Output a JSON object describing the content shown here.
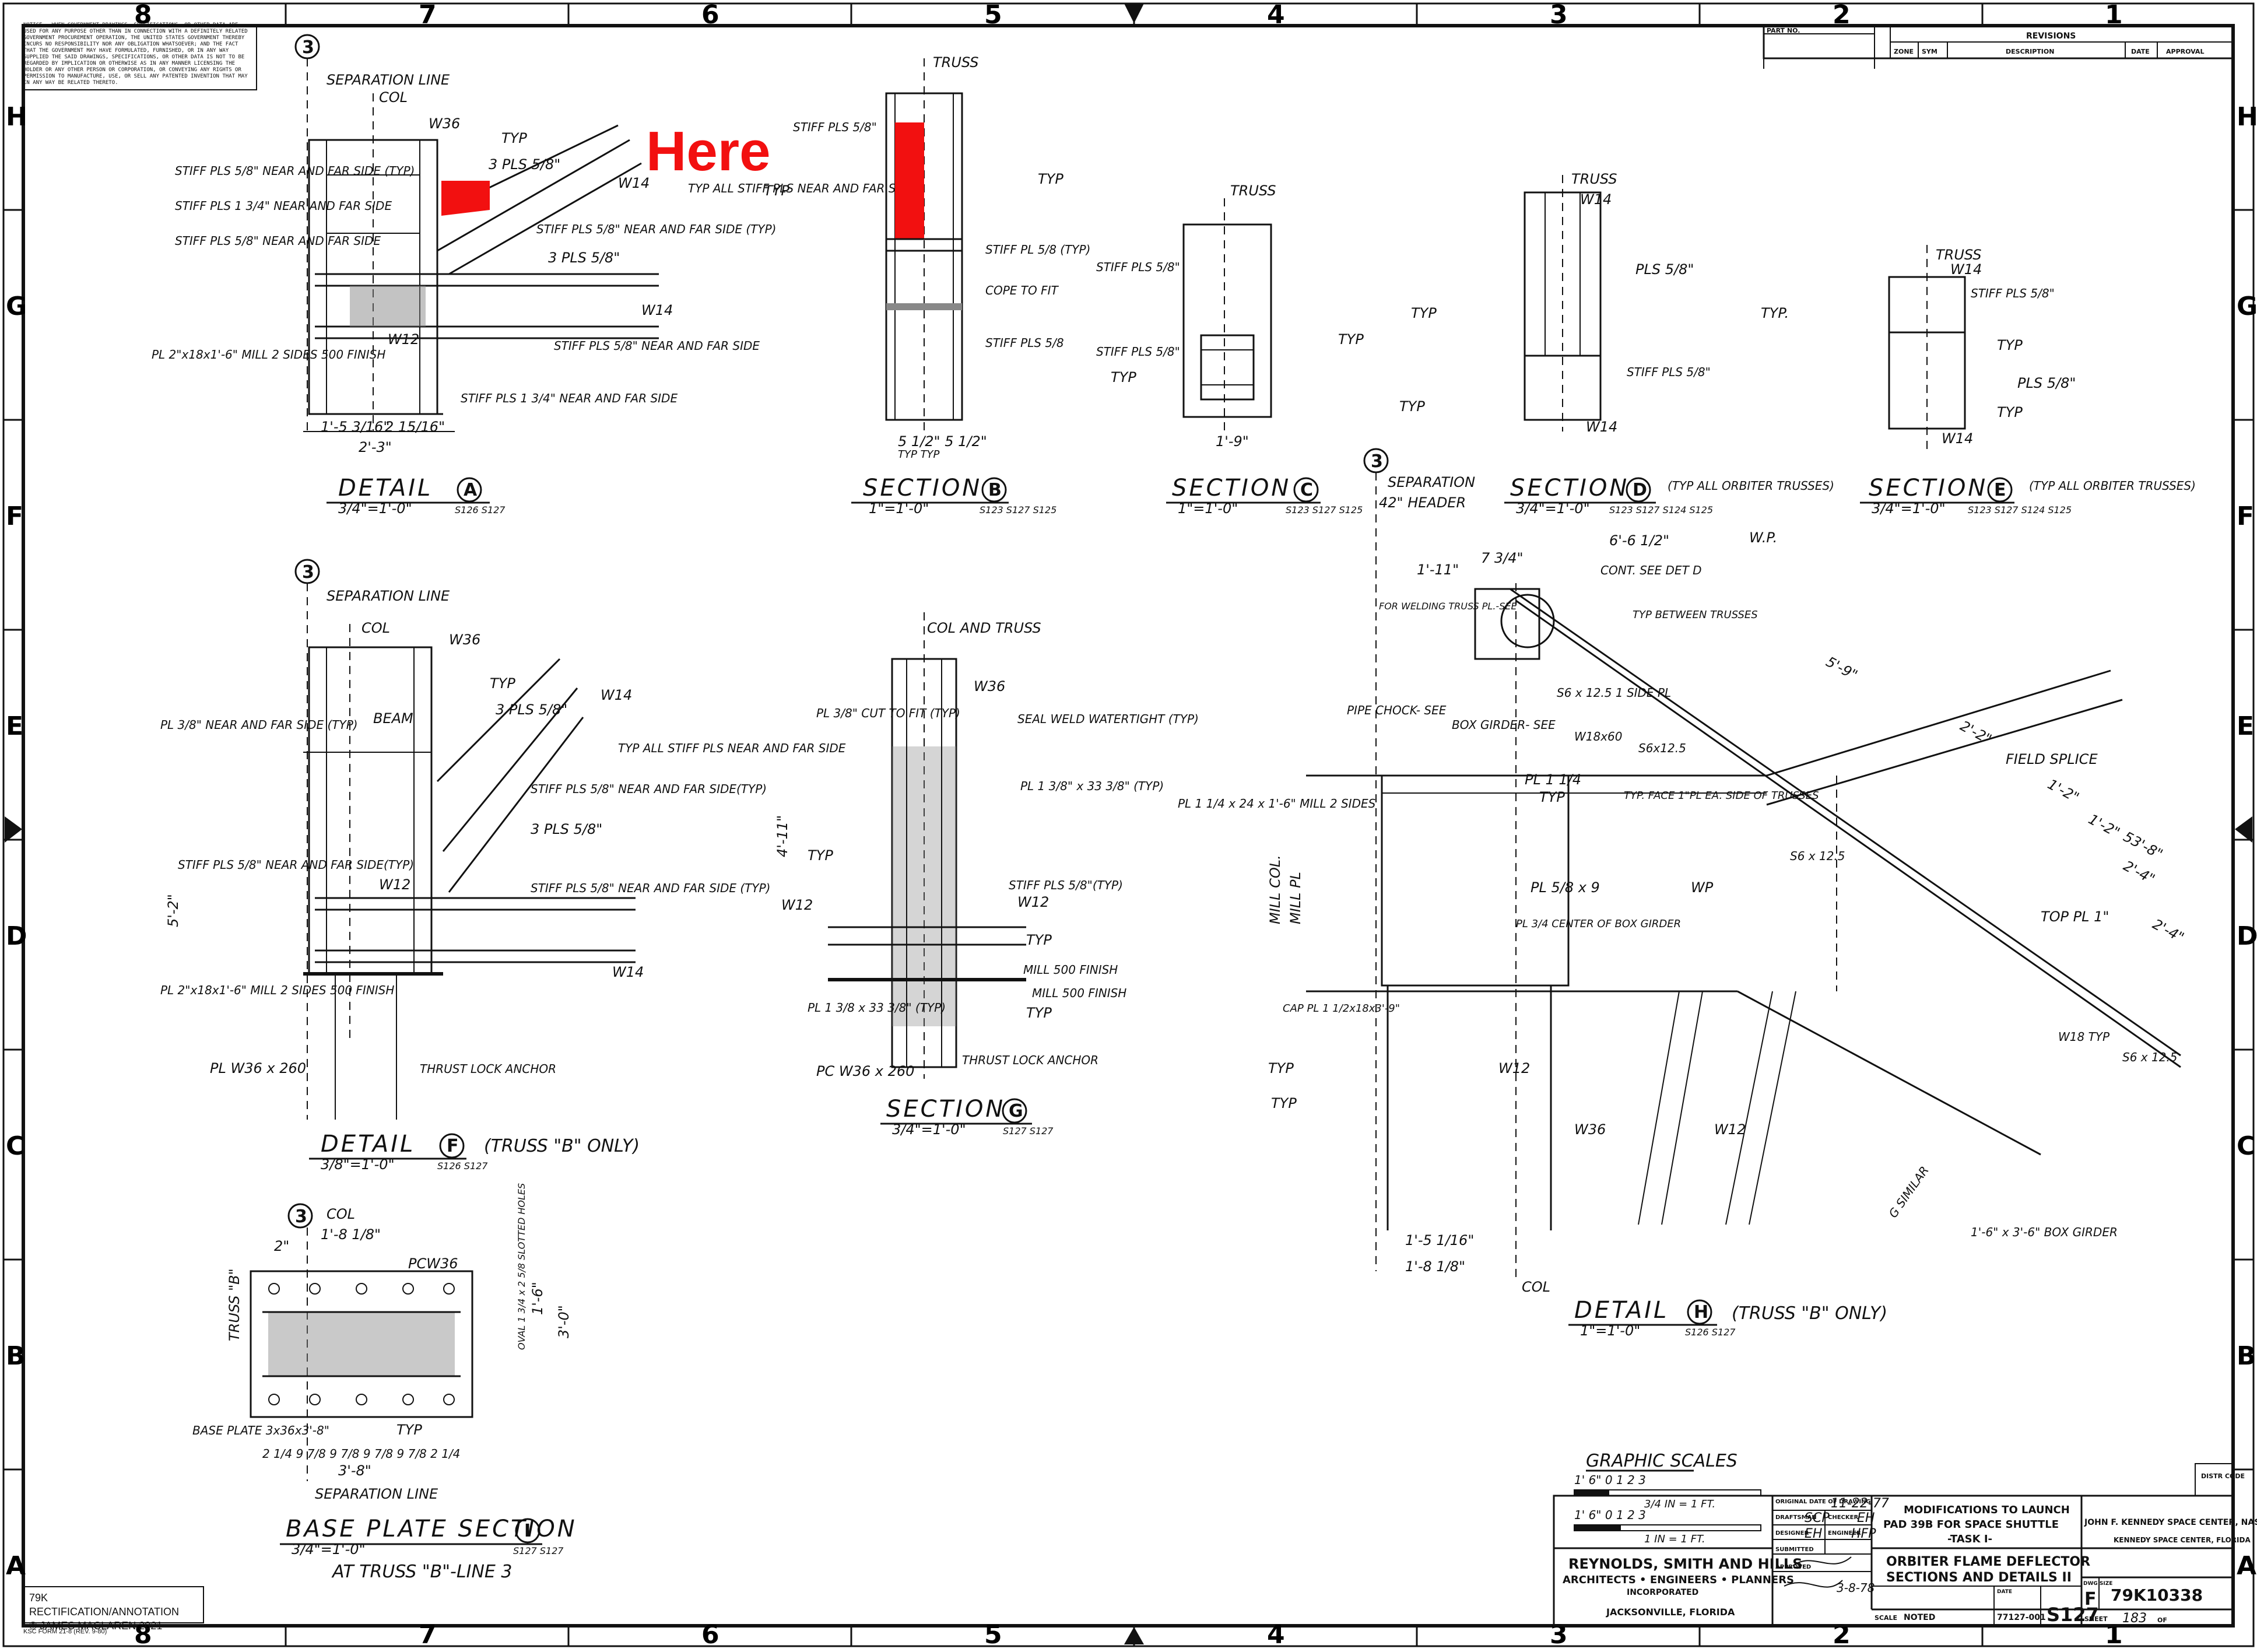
{
  "zone_cols": [
    "8",
    "7",
    "6",
    "5",
    "4",
    "3",
    "2",
    "1"
  ],
  "zone_rows": [
    "H",
    "G",
    "F",
    "E",
    "D",
    "C",
    "B",
    "A"
  ],
  "notice": "NOTICE — WHEN GOVERNMENT DRAWINGS, SPECIFICATIONS, OR OTHER DATA ARE USED FOR ANY PURPOSE OTHER THAN IN CONNECTION WITH A DEFINITELY RELATED GOVERNMENT PROCUREMENT OPERATION, THE UNITED STATES GOVERNMENT THEREBY INCURS NO RESPONSIBILITY NOR ANY OBLIGATION WHATSOEVER; AND THE FACT THAT THE GOVERNMENT MAY HAVE FORMULATED, FURNISHED, OR IN ANY WAY SUPPLIED THE SAID DRAWINGS, SPECIFICATIONS, OR OTHER DATA IS NOT TO BE REGARDED BY IMPLICATION OR OTHERWISE AS IN ANY MANNER LICENSING THE HOLDER OR ANY OTHER PERSON OR CORPORATION, OR CONVEYING ANY RIGHTS OR PERMISSION TO MANUFACTURE, USE, OR SELL ANY PATENTED INVENTION THAT MAY IN ANY WAY BE RELATED THERETO.",
  "annotation": "Here",
  "annotation_color": "#f21010",
  "revisions": {
    "part_no": "PART NO.",
    "title": "REVISIONS",
    "cols": [
      "ZONE",
      "SYM",
      "DESCRIPTION",
      "DATE",
      "APPROVAL"
    ]
  },
  "detail_a": {
    "circle": "3",
    "sep": "SEPARATION LINE",
    "col": "COL",
    "w36": "W36",
    "typ1": "TYP",
    "pls": "3 PLS 5/8\"",
    "w14": "W14",
    "typall": "TYP ALL STIFF PLS NEAR AND FAR SIDE",
    "stiff1": "STIFF PLS 5/8\" NEAR AND FAR SIDE (TYP)",
    "stiff2": "STIFF PLS 1 3/4\" NEAR AND FAR SIDE",
    "stiff3": "STIFF PLS 5/8\" NEAR AND FAR SIDE",
    "stiff4": "STIFF PLS 5/8\" NEAR AND FAR SIDE (TYP)",
    "pls2": "3 PLS 5/8\"",
    "w14b": "W14",
    "w12": "W12",
    "stiff5": "STIFF PLS 5/8\" NEAR AND FAR SIDE",
    "pl": "PL 2\"x18x1'-6\" MILL 2 SIDES 500 FINISH",
    "stiff6": "STIFF PLS 1 3/4\" NEAR AND FAR SIDE",
    "dim1": "1'-5 3/16\"",
    "dim2": "2 15/16\"",
    "dim3": "2'-3\"",
    "title": "DETAIL",
    "letter": "A",
    "scale": "3/4\"=1'-0\"",
    "ref": "S126 S127"
  },
  "section_b": {
    "truss": "TRUSS",
    "stiff": "STIFF PLS 5/8\"",
    "typ": "TYP",
    "typ2": "TYP",
    "stiff2": "STIFF PL 5/8 (TYP)",
    "cope": "COPE TO FIT",
    "stiff3": "STIFF PLS 5/8",
    "dims": "5 1/2\" 5 1/2\"",
    "typ3": "TYP TYP",
    "title": "SECTION",
    "letter": "B",
    "scale": "1\"=1'-0\"",
    "ref": "S123 S127 S125"
  },
  "section_c": {
    "truss": "TRUSS",
    "stiff": "STIFF PLS 5/8\"",
    "stiff2": "STIFF PLS 5/8\"",
    "typ": "TYP",
    "dim": "1'-9\"",
    "typ2": "TYP",
    "title": "SECTION",
    "letter": "C",
    "scale": "1\"=1'-0\"",
    "ref": "S123 S127 S125"
  },
  "section_d": {
    "truss": "TRUSS",
    "w14": "W14",
    "pls": "PLS 5/8\"",
    "typ": "TYP",
    "stiff": "STIFF PLS 5/8\"",
    "typ2": "TYP",
    "w14b": "W14",
    "title": "SECTION",
    "letter": "D",
    "note": "(TYP ALL ORBITER TRUSSES)",
    "scale": "3/4\"=1'-0\"",
    "ref": "S123 S127 S124 S125"
  },
  "section_e": {
    "truss": "TRUSS",
    "w14": "W14",
    "stiff": "STIFF PLS 5/8\"",
    "typ": "TYP.",
    "typ2": "TYP",
    "pls": "PLS 5/8\"",
    "w14b": "W14",
    "typ3": "TYP",
    "title": "SECTION",
    "letter": "E",
    "note": "(TYP ALL ORBITER TRUSSES)",
    "scale": "3/4\"=1'-0\"",
    "ref": "S123 S127 S124 S125"
  },
  "detail_f": {
    "circle": "3",
    "sep": "SEPARATION LINE",
    "col": "COL",
    "w36": "W36",
    "typ": "TYP",
    "beam": "BEAM",
    "w14": "W14",
    "pls": "3 PLS 5/8\"",
    "typall": "TYP ALL STIFF PLS NEAR AND FAR SIDE",
    "pl": "PL 3/8\" NEAR AND FAR SIDE (TYP)",
    "stiff1": "STIFF PLS 5/8\" NEAR AND FAR SIDE(TYP)",
    "pls2": "3 PLS 5/8\"",
    "stiff2": "STIFF PLS 5/8\" NEAR AND FAR SIDE(TYP)",
    "stiff3": "STIFF PLS 5/8\" NEAR AND FAR SIDE (TYP)",
    "w12": "W12",
    "pl2": "PL 2\"x18x1'-6\" MILL 2 SIDES 500 FINISH",
    "w14b": "W14",
    "dim": "5'-2\"",
    "plw": "PL W36 x 260",
    "thrust": "THRUST LOCK ANCHOR",
    "title": "DETAIL",
    "letter": "F",
    "scale": "3/8\"=1'-0\"",
    "note": "(TRUSS \"B\" ONLY)",
    "ref": "S126 S127"
  },
  "section_g": {
    "col": "COL AND TRUSS",
    "w36": "W36",
    "pl": "PL 3/8\" CUT TO FIT (TYP)",
    "seal": "SEAL WELD WATERTIGHT (TYP)",
    "pl2": "PL 1 3/8\" x 33 3/8\" (TYP)",
    "typ": "TYP",
    "stiff": "STIFF PLS 5/8\"(TYP)",
    "w12": "W12",
    "w12b": "W12",
    "typ2": "TYP",
    "mill1": "MILL 500 FINISH",
    "mill2": "MILL 500 FINISH",
    "pl3": "PL 1 3/8 x 33 3/8\" (TYP)",
    "typ3": "TYP",
    "plw": "PC W36 x 260",
    "thrust": "THRUST LOCK ANCHOR",
    "dim": "4'-11\"",
    "title": "SECTION",
    "letter": "G",
    "scale": "3/4\"=1'-0\"",
    "ref": "S127 S127"
  },
  "detail_h": {
    "circle": "3",
    "sep": "SEPARATION",
    "header": "42\" HEADER",
    "wp": "W.P.",
    "dim1": "6'-6 1/2\"",
    "dim2": "7 3/4\"",
    "dim3": "1'-11\"",
    "cont": "CONT. SEE DET D",
    "weld": "FOR WELDING TRUSS PL.-SEE",
    "typ": "TYP BETWEEN TRUSSES",
    "s6": "S6 x 12.5 1 SIDE PL",
    "pipe": "PIPE CHOCK- SEE",
    "box": "BOX GIRDER- SEE",
    "w18": "W18x60",
    "s6b": "S6x12.5",
    "pl1": "PL 1 1/4",
    "typ2": "TYP",
    "typface": "TYP. FACE 1\"PL EA. SIDE OF TRUSSES",
    "field": "FIELD SPLICE",
    "pl2": "PL 1 1/4 x 24 x 1'-6\" MILL 2 SIDES",
    "pl3": "PL 5/8 x 9",
    "pl4": "PL 3/4 CENTER OF BOX GIRDER",
    "s6c": "S6 x 12.5",
    "wp2": "WP",
    "topl": "TOP PL 1\"",
    "millcol": "MILL COL.",
    "millpl": "MILL PL",
    "cap": "CAP PL 1 1/2x18x3'-9\"",
    "w12": "W12",
    "w12b": "W12",
    "w36": "W36",
    "w18b": "W18 TYP",
    "s6d": "S6 x 12.5",
    "typ3": "TYP",
    "typ4": "TYP",
    "similar": "G SIMILAR",
    "girder": "1'-6\" x 3'-6\" BOX GIRDER",
    "dim4": "1'-5 1/16\"",
    "dim5": "1'-8 1/8\"",
    "col": "COL",
    "title": "DETAIL",
    "letter": "H",
    "scale": "1\"=1'-0\"",
    "note": "(TRUSS \"B\" ONLY)",
    "ref": "S126 S127",
    "dim6": "5'-9\"",
    "dim7": "2'-2\"",
    "dim8": "1'-2\"",
    "dim9": "1'-2\"",
    "dim10": "53'-8\"",
    "dim11": "2'-4\"",
    "dim12": "2'-4\""
  },
  "base_plate": {
    "circle": "3",
    "col": "COL",
    "dim1": "1'-8 1/8\"",
    "dim2": "2\"",
    "pcw": "PCW36",
    "truss": "TRUSS \"B\"",
    "base": "BASE PLATE 3x36x3'-8\"",
    "typ": "TYP",
    "oval": "OVAL 1 3/4 x 2 5/8 SLOTTED HOLES",
    "dim3": "3'-0\"",
    "dim4": "1'-6\"",
    "dims": "2 1/4  9 7/8  9 7/8  9 7/8  9 7/8  2 1/4",
    "dim5": "3'-8\"",
    "sep": "SEPARATION LINE",
    "title": "BASE PLATE SECTION",
    "letter": "I",
    "scale": "3/4\"=1'-0\"",
    "note": "AT TRUSS \"B\"-LINE 3",
    "ref": "S127 S127"
  },
  "graphic": {
    "title": "GRAPHIC SCALES",
    "s1": "3/4 IN = 1 FT.",
    "s2": "1 IN = 1 FT.",
    "nums1": "1' 6\" 0    1    2    3",
    "nums2": "1' 6\" 0    1    2    3"
  },
  "titleblock": {
    "firm": "REYNOLDS, SMITH AND HILLS",
    "firm2": "ARCHITECTS • ENGINEERS • PLANNERS",
    "firm3": "INCORPORATED",
    "city": "JACKSONVILLE, FLORIDA",
    "orig_label": "ORIGINAL DATE OF DRAWING",
    "orig": "11-22-77",
    "drafts_label": "DRAFTSMAN",
    "drafts": "SCP",
    "checker_label": "CHECKER",
    "checker": "EH",
    "designer_label": "DESIGNER",
    "designer": "EH",
    "engineer_label": "ENGINEER",
    "engineer": "HFP",
    "submitted_label": "SUBMITTED",
    "approved_label": "APPROVED",
    "date2": "3-8-78",
    "mod1": "MODIFICATIONS TO LAUNCH",
    "mod2": "PAD 39B FOR SPACE SHUTTLE",
    "mod3": "-TASK I-",
    "kennedy": "JOHN F. KENNEDY SPACE CENTER, NASA",
    "kennedy2": "KENNEDY SPACE CENTER, FLORIDA",
    "t1": "ORBITER FLAME DEFLECTOR",
    "t2": "SECTIONS AND DETAILS II",
    "dwg_size_label": "DWG SIZE",
    "dwg_size": "F",
    "dwg_no": "79K10338",
    "scale_label": "SCALE",
    "scale": "NOTED",
    "job_label": "DATE",
    "job": "77127-001",
    "sheet_no": "S127",
    "sheet_label": "SHEET",
    "sheet": "183",
    "of": "OF",
    "disth": "DISTR CODE"
  },
  "credit": [
    "79K RECTIFICATION/ANNOTATION",
    "© JAMES MACLAREN 2021"
  ],
  "ksc_form": "KSC FORM 21-8 (REV. 9-80)"
}
